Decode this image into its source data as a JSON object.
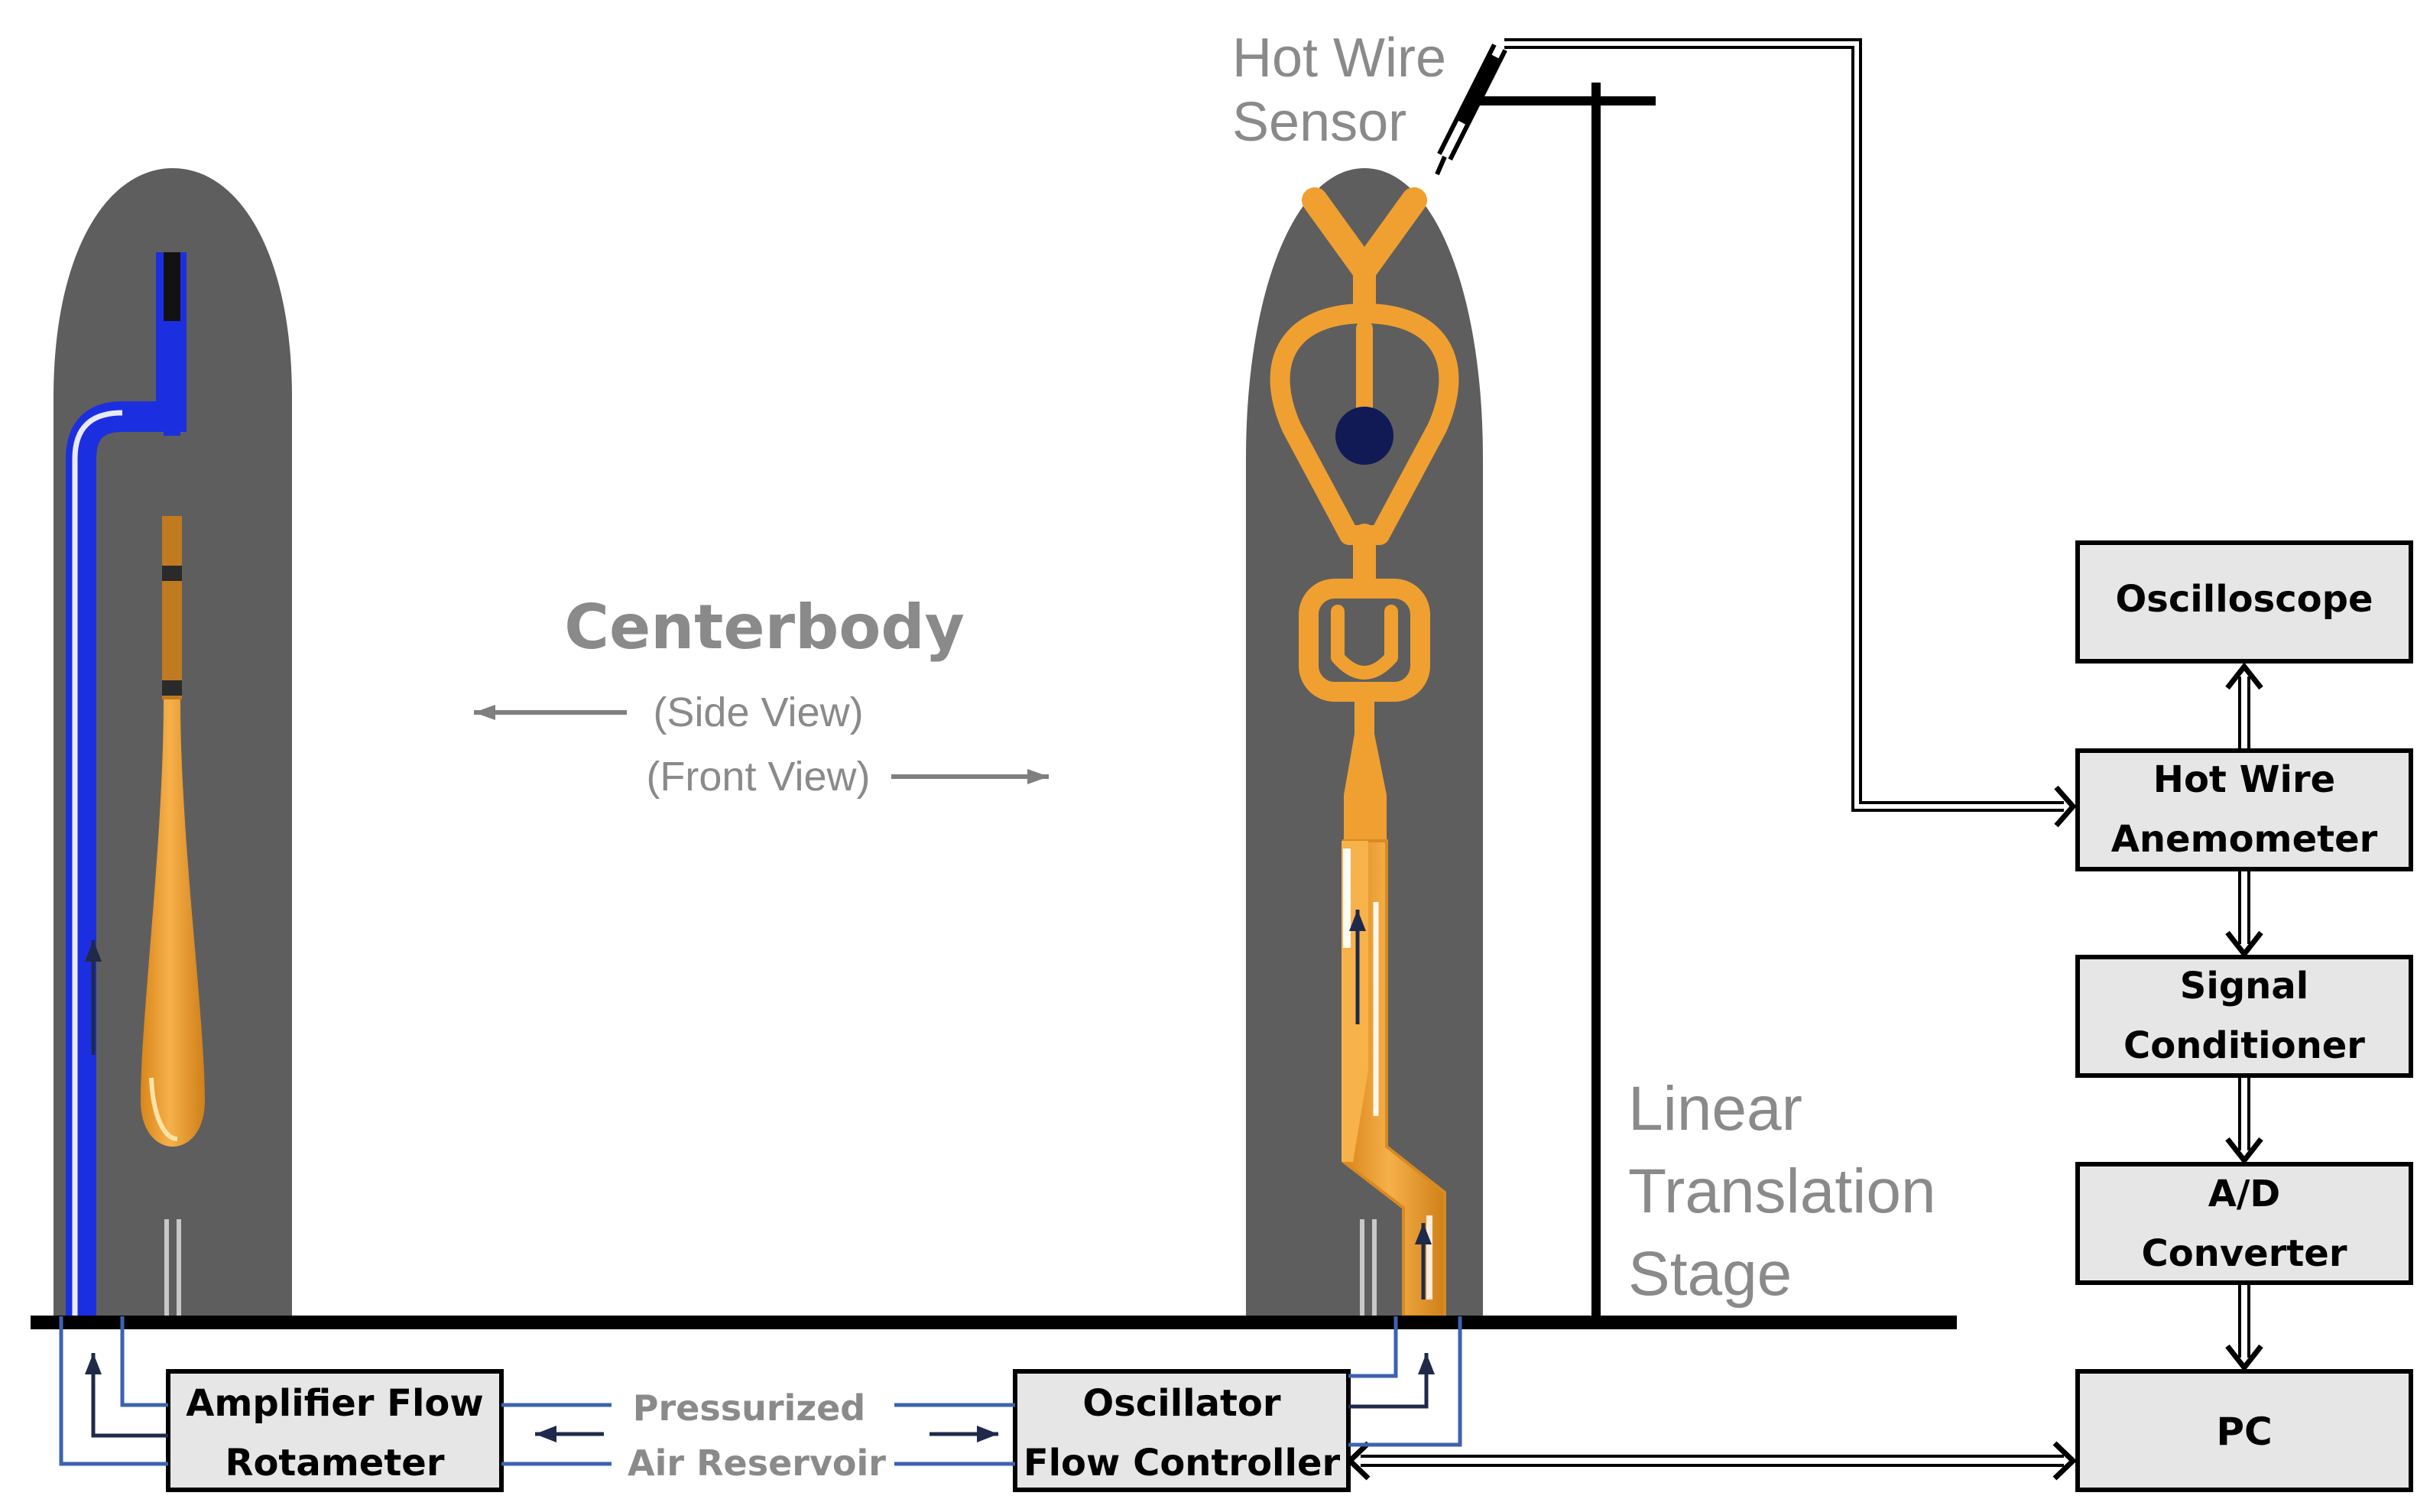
{
  "labels": {
    "hot_wire_sensor": [
      "Hot Wire",
      "Sensor"
    ],
    "centerbody": "Centerbody",
    "side_view": "(Side View)",
    "front_view": "(Front View)",
    "linear_translation_stage": [
      "Linear",
      "Translation",
      "Stage"
    ],
    "pressurized_air_reservoir": [
      "Pressurized",
      "Air Reservoir"
    ]
  },
  "boxes": {
    "oscilloscope": [
      "Oscilloscope"
    ],
    "hot_wire_anemometer": [
      "Hot Wire",
      "Anemometer"
    ],
    "signal_conditioner": [
      "Signal",
      "Conditioner"
    ],
    "ad_converter": [
      "A/D",
      "Converter"
    ],
    "pc": [
      "PC"
    ],
    "amplifier_flow_rotameter": [
      "Amplifier Flow",
      "Rotameter"
    ],
    "oscillator_flow_controller": [
      "Oscillator",
      "Flow Controller"
    ]
  },
  "colors": {
    "centerbody_fill": "#5e5e5e",
    "amplifier_channel": "#1c2fe0",
    "oscillator_channel": "#f0a030",
    "air_line": "#3d62b0",
    "box_fill": "#e6e6e6",
    "label_gray": "#8a8a8a"
  }
}
